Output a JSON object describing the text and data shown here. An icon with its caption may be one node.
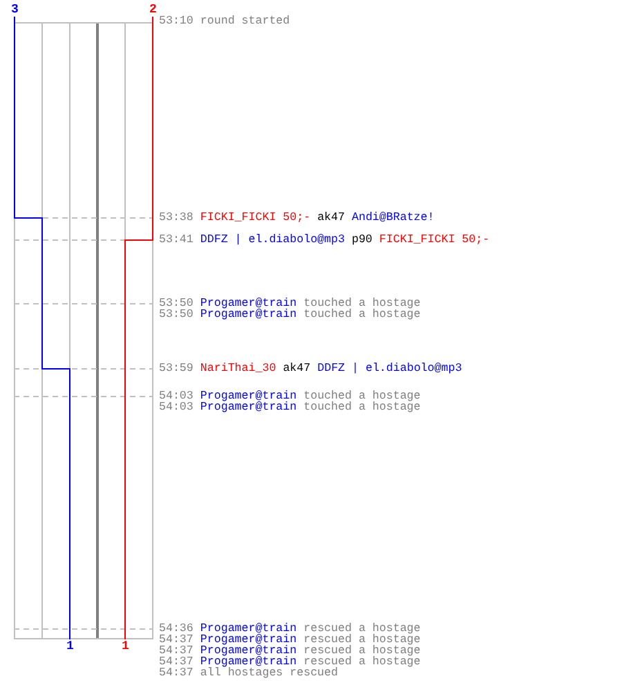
{
  "diagram": {
    "labels": [
      "3",
      "2",
      "53:10",
      "round started",
      "53:38",
      "FICKI_FICKI 50;-",
      "ak47",
      "Andi@BRatze!",
      "53:41",
      "DDFZ | el.diabolo@mp3",
      "p90",
      "FICKI_FICKI 50;-",
      "53:50",
      "Progamer@train",
      "touched a hostage",
      "53:50",
      "Progamer@train",
      "touched a hostage",
      "53:59",
      "NariThai_30",
      "ak47",
      "DDFZ | el.diabolo@mp3",
      "54:03",
      "Progamer@train",
      "touched a hostage",
      "54:03",
      "Progamer@train",
      "touched a hostage",
      "54:36",
      "Progamer@train",
      "rescued a hostage",
      "54:37",
      "Progamer@train",
      "rescued a hostage",
      "54:37",
      "Progamer@train",
      "rescued a hostage",
      "54:37",
      "Progamer@train",
      "rescued a hostage",
      "54:37",
      "all hostages rescued",
      "1",
      "1"
    ]
  }
}
